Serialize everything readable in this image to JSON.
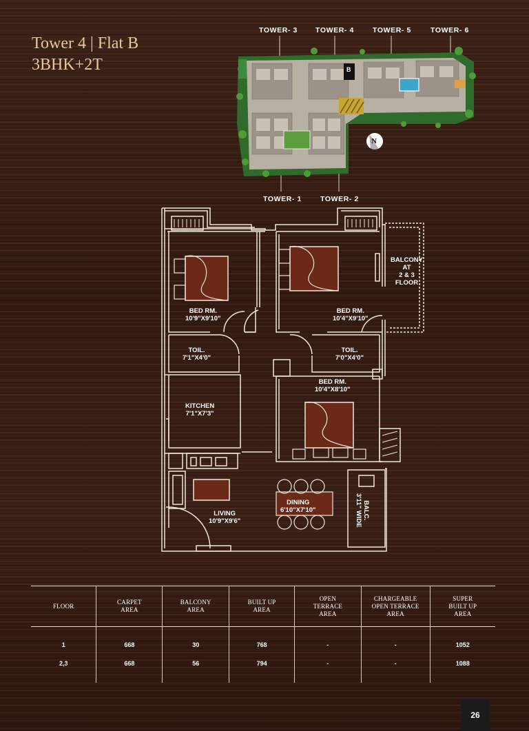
{
  "header": {
    "title_line1": "Tower 4 | Flat B",
    "title_line2": "3BHK+2T"
  },
  "site_plan": {
    "towers_top": [
      "TOWER- 3",
      "TOWER- 4",
      "TOWER- 5",
      "TOWER- 6"
    ],
    "towers_bottom": [
      "TOWER- 1",
      "TOWER- 2"
    ],
    "flat_marker": "B",
    "north_label": "N"
  },
  "floor_plan": {
    "rooms": {
      "bed1": {
        "name": "BED RM.",
        "size": "10'9\"X9'10\""
      },
      "bed2": {
        "name": "BED RM.",
        "size": "10'4\"X9'10\""
      },
      "balcony": {
        "name": "BALCONY",
        "line2": "AT",
        "line3": "2 & 3",
        "line4": "FLOOR"
      },
      "toil1": {
        "name": "TOIL.",
        "size": "7'1\"X4'0\""
      },
      "toil2": {
        "name": "TOIL.",
        "size": "7'0\"X4'0\""
      },
      "bed3": {
        "name": "BED RM.",
        "size": "10'4\"X8'10\""
      },
      "kitchen": {
        "name": "KITCHEN",
        "size": "7'1\"X7'3\""
      },
      "dining": {
        "name": "DINING",
        "size": "6'10\"X7'10\""
      },
      "living": {
        "name": "LIVING",
        "size": "10'9\"X9'6\""
      },
      "balc": {
        "name": "BALC.",
        "size": "3'11\" WIDE"
      }
    }
  },
  "area_table": {
    "headers": [
      {
        "l1": "FLOOR",
        "l2": "",
        "l3": ""
      },
      {
        "l1": "CARPET",
        "l2": "AREA",
        "l3": ""
      },
      {
        "l1": "BALCONY",
        "l2": "AREA",
        "l3": ""
      },
      {
        "l1": "BUILT UP",
        "l2": "AREA",
        "l3": ""
      },
      {
        "l1": "OPEN",
        "l2": "TERRACE",
        "l3": "AREA"
      },
      {
        "l1": "CHARGEABLE",
        "l2": "OPEN TERRACE",
        "l3": "AREA"
      },
      {
        "l1": "SUPER",
        "l2": "BUILT UP",
        "l3": "AREA"
      }
    ],
    "rows": [
      [
        "1",
        "668",
        "30",
        "768",
        "-",
        "-",
        "1052"
      ],
      [
        "2,3",
        "668",
        "56",
        "794",
        "-",
        "-",
        "1088"
      ]
    ]
  },
  "page_number": "26",
  "colors": {
    "title": "#e6c7a3",
    "wall": "#f1e6da",
    "bed_fill": "#6a2a17",
    "background": "#3a1f14"
  }
}
